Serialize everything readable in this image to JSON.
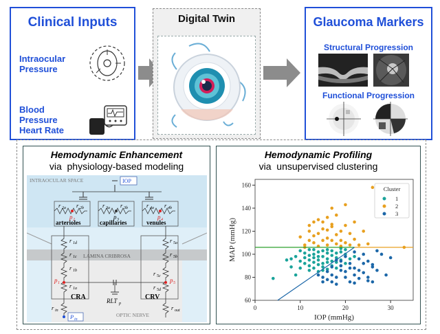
{
  "clinical_inputs": {
    "title": "Clinical Inputs",
    "item1": [
      "Intraocular",
      "Pressure"
    ],
    "item2": [
      "Blood",
      "Pressure",
      "Heart Rate"
    ]
  },
  "digital_twin": {
    "title": "Digital Twin"
  },
  "glaucoma_markers": {
    "title": "Glaucoma Markers",
    "structural": "Structural Progression",
    "functional": "Functional Progression"
  },
  "hemodynamic_enhancement": {
    "title": "Hemodynamic Enhancement",
    "subtitle": "via  physiology-based modeling",
    "labels": {
      "intraocular_space": "INTRAOCULAR SPACE",
      "iop": "IOP",
      "lamina_cribrosa": "LAMINA CRIBROSA",
      "optic_nerve": "OPTIC NERVE",
      "arterioles": "arterioles",
      "capillaries": "capillaries",
      "venules": "venules",
      "cra": "CRA",
      "crv": "CRV",
      "rlt": "RLT",
      "rlt_sub": "p",
      "r2a": "r",
      "r2a_sub": "2a",
      "r2b": "r",
      "r2b_sub": "2b",
      "r3a": "r",
      "r3a_sub": "3a",
      "r3b": "r",
      "r3b_sub": "3b",
      "r4a": "r",
      "r4a_sub": "4a",
      "r4b": "r",
      "r4b_sub": "4b",
      "p2": "p",
      "p2_sub": "2",
      "p3": "p",
      "p3_sub": "3",
      "p4": "p",
      "p4_sub": "4",
      "r1d": "r",
      "r1d_sub": "1d",
      "r1c": "r",
      "r1c_sub": "1c",
      "r1b": "r",
      "r1b_sub": "1b",
      "r1a": "r",
      "r1a_sub": "1a",
      "p1": "p",
      "p1_sub": "1",
      "r5a": "r",
      "r5a_sub": "5a",
      "r5b": "r",
      "r5b_sub": "5b",
      "r5c": "r",
      "r5c_sub": "5c",
      "r5d": "r",
      "r5d_sub": "5d",
      "p5": "p",
      "p5_sub": "5",
      "rin": "r",
      "rin_sub": "in",
      "rout": "r",
      "rout_sub": "out",
      "pin": "P",
      "pin_sub": "in"
    }
  },
  "hemodynamic_profiling": {
    "title": "Hemodynamic Profiling",
    "subtitle": "via  unsupervised clustering"
  },
  "chart_data": {
    "type": "scatter",
    "xlabel": "IOP (mmHg)",
    "ylabel": "MAP (mmHg)",
    "xlim": [
      0,
      35
    ],
    "ylim": [
      60,
      165
    ],
    "xticks": [
      "0",
      "10",
      "20",
      "30"
    ],
    "yticks": [
      "60",
      "80",
      "100",
      "120",
      "140",
      "160"
    ],
    "legend_title": "Cluster",
    "legend_position": "top-right",
    "series": [
      {
        "name": "1",
        "color": "#1aa39a",
        "points": [
          [
            12,
            104
          ],
          [
            13,
            100
          ],
          [
            14,
            98
          ],
          [
            15,
            103
          ],
          [
            16,
            101
          ],
          [
            17,
            99
          ],
          [
            18,
            97
          ],
          [
            19,
            102
          ],
          [
            20,
            100
          ],
          [
            14,
            95
          ],
          [
            15,
            92
          ],
          [
            16,
            96
          ],
          [
            17,
            94
          ],
          [
            18,
            93
          ],
          [
            13,
            97
          ],
          [
            12,
            99
          ],
          [
            11,
            101
          ],
          [
            10,
            103
          ],
          [
            9,
            98
          ],
          [
            8,
            96
          ],
          [
            10,
            94
          ],
          [
            11,
            92
          ],
          [
            12,
            90
          ],
          [
            13,
            88
          ],
          [
            14,
            91
          ],
          [
            15,
            89
          ],
          [
            16,
            87
          ],
          [
            17,
            90
          ],
          [
            18,
            88
          ],
          [
            19,
            95
          ],
          [
            20,
            92
          ],
          [
            21,
            96
          ],
          [
            22,
            98
          ],
          [
            16,
            104
          ],
          [
            17,
            103
          ],
          [
            19,
            105
          ],
          [
            11,
            97
          ],
          [
            13,
            93
          ],
          [
            15,
            86
          ],
          [
            12,
            86
          ],
          [
            14,
            85
          ],
          [
            8,
            89
          ],
          [
            7,
            95
          ],
          [
            10,
            88
          ],
          [
            20,
            104
          ],
          [
            18,
            101
          ],
          [
            15,
            98
          ],
          [
            14,
            102
          ],
          [
            13,
            104
          ],
          [
            16,
            93
          ],
          [
            19,
            90
          ],
          [
            12,
            95
          ],
          [
            4,
            79
          ],
          [
            9,
            82
          ]
        ]
      },
      {
        "name": "2",
        "color": "#e8a020",
        "points": [
          [
            12,
            120
          ],
          [
            13,
            116
          ],
          [
            14,
            118
          ],
          [
            15,
            122
          ],
          [
            16,
            114
          ],
          [
            17,
            124
          ],
          [
            18,
            117
          ],
          [
            19,
            112
          ],
          [
            20,
            110
          ],
          [
            14,
            130
          ],
          [
            15,
            128
          ],
          [
            16,
            132
          ],
          [
            17,
            126
          ],
          [
            18,
            134
          ],
          [
            13,
            110
          ],
          [
            12,
            112
          ],
          [
            11,
            108
          ],
          [
            10,
            115
          ],
          [
            19,
            120
          ],
          [
            20,
            125
          ],
          [
            21,
            118
          ],
          [
            22,
            113
          ],
          [
            23,
            108
          ],
          [
            17,
            140
          ],
          [
            16,
            108
          ],
          [
            15,
            112
          ],
          [
            18,
            109
          ],
          [
            25,
            109
          ],
          [
            26,
            158
          ],
          [
            12,
            125
          ],
          [
            13,
            128
          ],
          [
            16,
            121
          ],
          [
            24,
            120
          ],
          [
            20,
            143
          ],
          [
            14,
            107
          ],
          [
            22,
            128
          ],
          [
            21,
            108
          ],
          [
            11,
            106
          ],
          [
            19,
            107
          ],
          [
            33,
            106
          ],
          [
            17,
            112
          ]
        ]
      },
      {
        "name": "3",
        "color": "#1c67a8",
        "points": [
          [
            18,
            95
          ],
          [
            19,
            90
          ],
          [
            20,
            85
          ],
          [
            21,
            92
          ],
          [
            22,
            88
          ],
          [
            23,
            96
          ],
          [
            24,
            100
          ],
          [
            25,
            94
          ],
          [
            26,
            89
          ],
          [
            27,
            103
          ],
          [
            20,
            80
          ],
          [
            21,
            76
          ],
          [
            22,
            82
          ],
          [
            23,
            79
          ],
          [
            24,
            84
          ],
          [
            25,
            77
          ],
          [
            26,
            91
          ],
          [
            17,
            82
          ],
          [
            16,
            78
          ],
          [
            18,
            74
          ],
          [
            19,
            86
          ],
          [
            20,
            98
          ],
          [
            22,
            102
          ],
          [
            15,
            80
          ],
          [
            17,
            89
          ],
          [
            23,
            86
          ],
          [
            24,
            92
          ],
          [
            28,
            100
          ],
          [
            30,
            97
          ],
          [
            25,
            80
          ],
          [
            26,
            76
          ],
          [
            21,
            88
          ],
          [
            18,
            80
          ],
          [
            29,
            82
          ],
          [
            17,
            76
          ],
          [
            14,
            82
          ],
          [
            16,
            85
          ],
          [
            27,
            86
          ],
          [
            22,
            75
          ],
          [
            19,
            94
          ],
          [
            15,
            76
          ]
        ]
      }
    ],
    "lines": [
      {
        "name": "horizontal",
        "color": "#2ca02c",
        "x": [
          0,
          22
        ],
        "y": [
          106,
          106
        ]
      },
      {
        "name": "horizontal-orange",
        "color": "#e8a020",
        "x": [
          22,
          35
        ],
        "y": [
          106,
          106
        ]
      },
      {
        "name": "diagonal",
        "color": "#1c67a8",
        "x": [
          5,
          22
        ],
        "y": [
          60,
          106
        ]
      }
    ]
  }
}
